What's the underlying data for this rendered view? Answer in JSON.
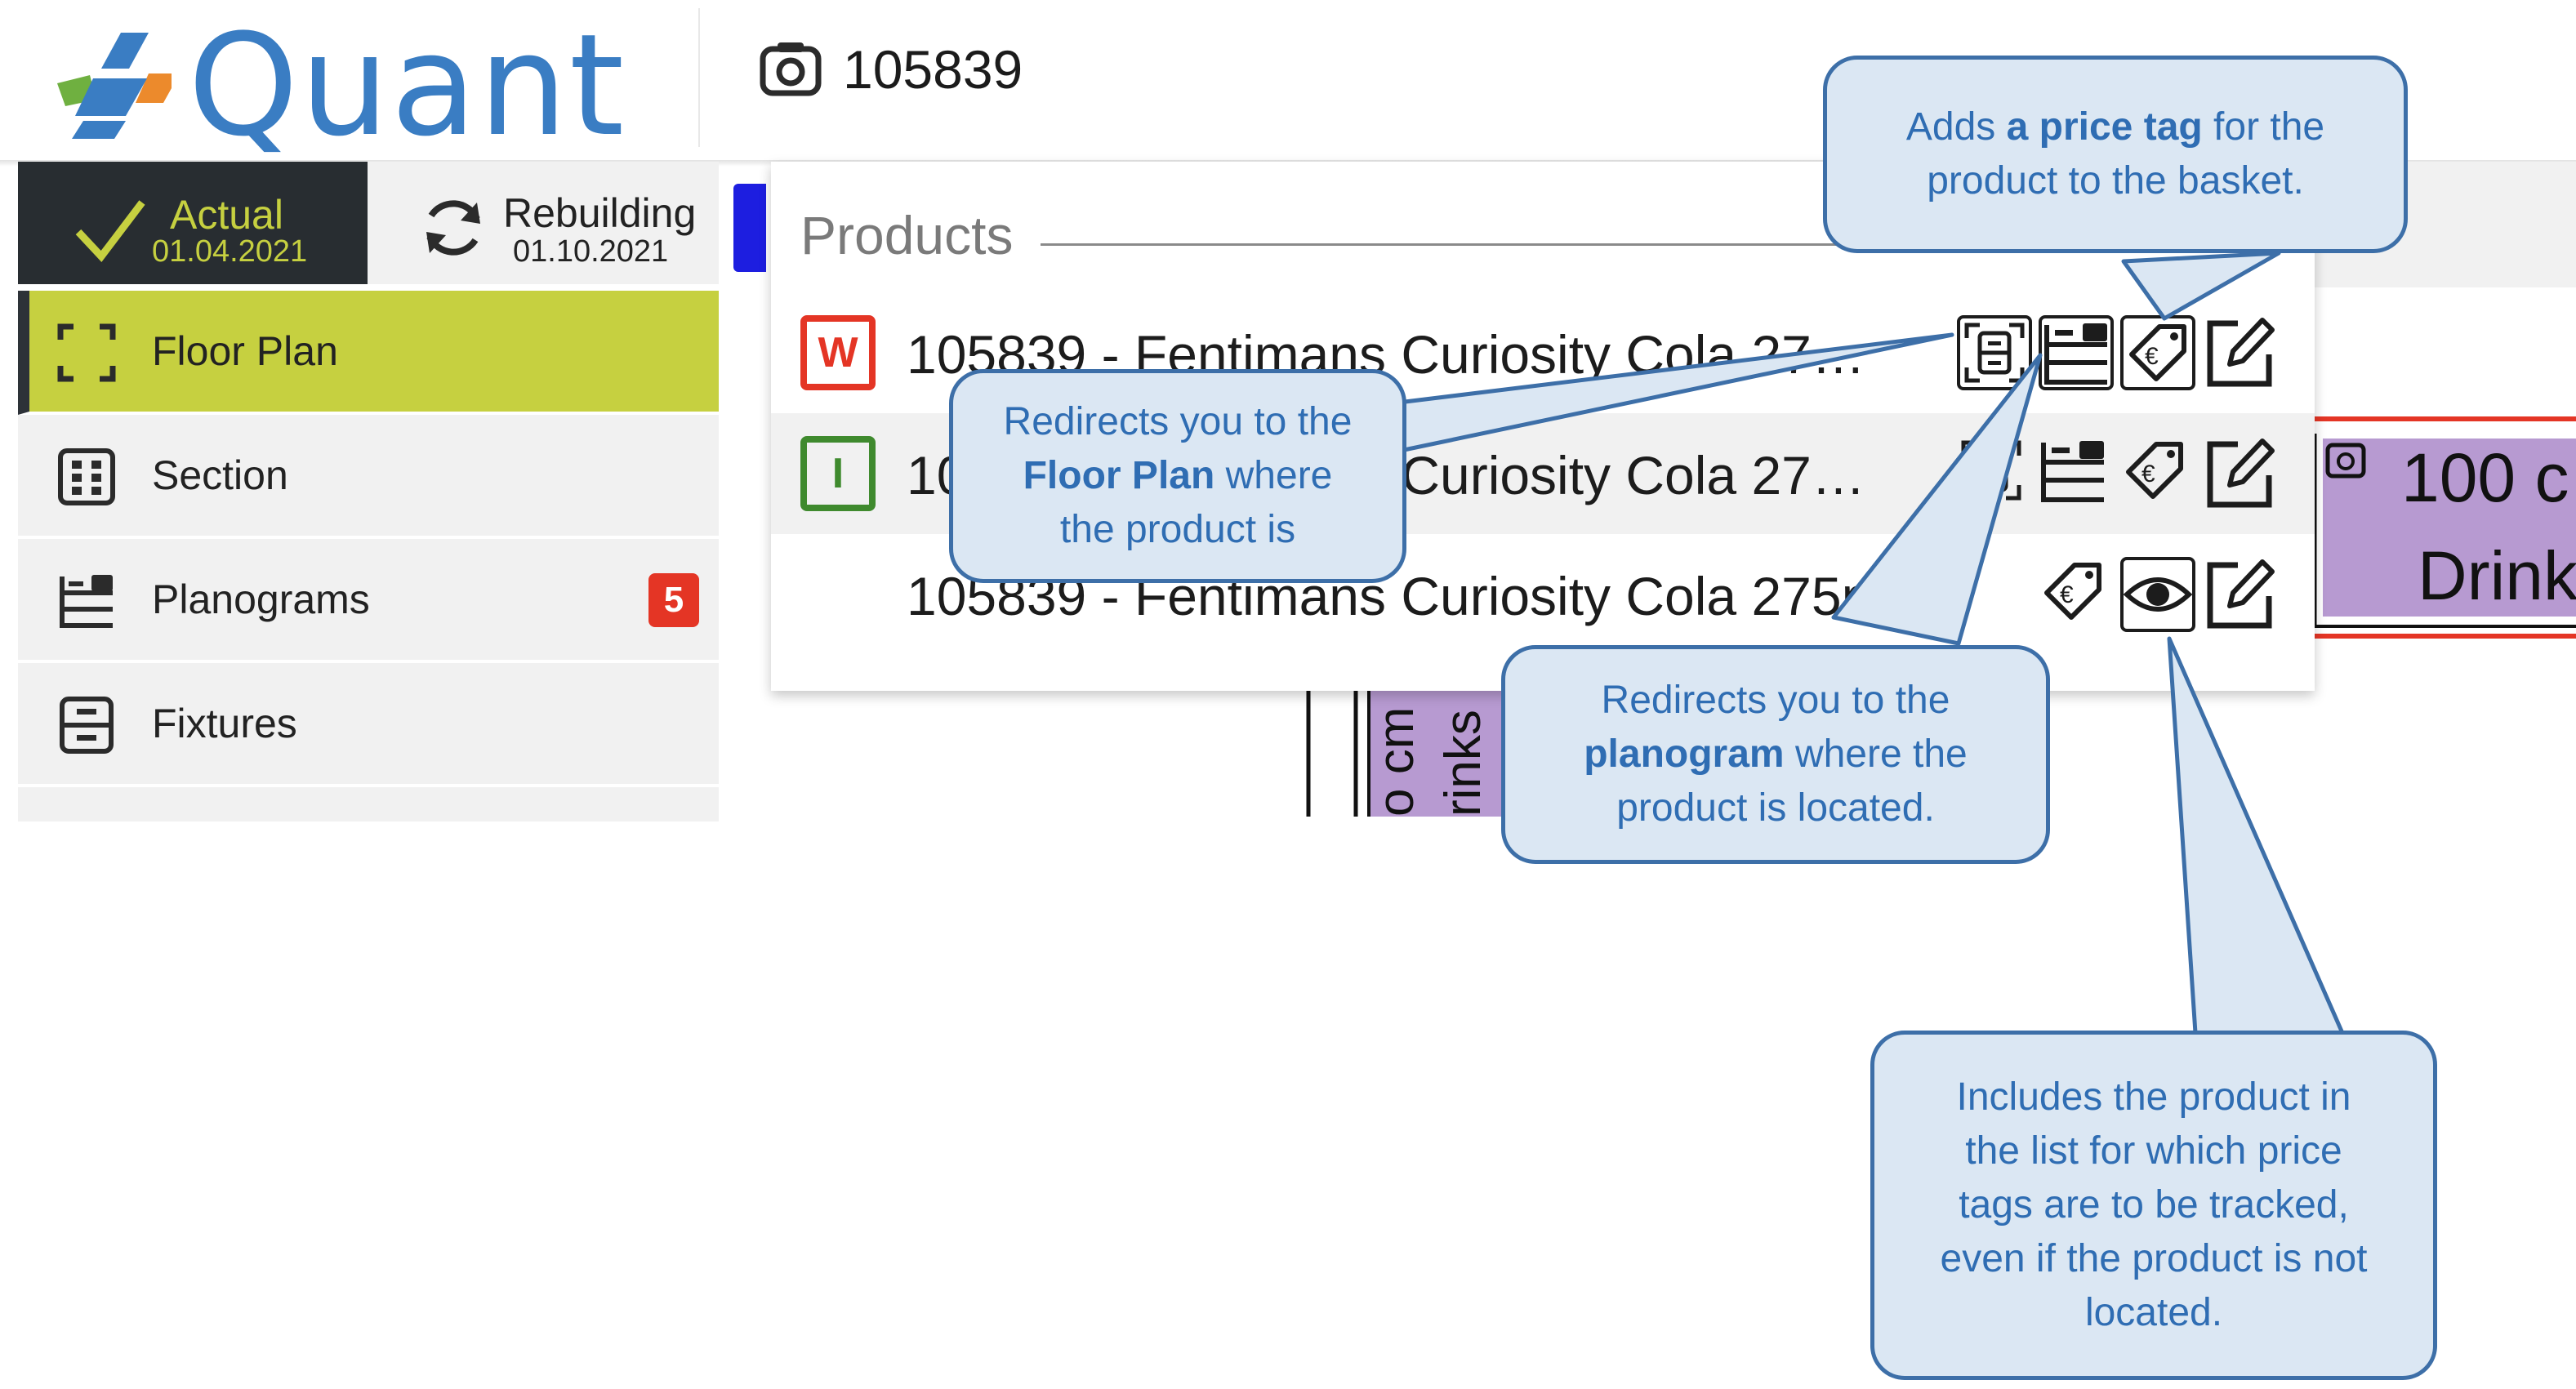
{
  "header": {
    "logo_text": "Quant",
    "search_value": "105839"
  },
  "tabs": [
    {
      "label": "Actual",
      "date": "01.04.2021"
    },
    {
      "label": "Rebuilding",
      "date": "01.10.2021"
    }
  ],
  "sidebar": {
    "items": [
      {
        "label": "Floor Plan",
        "icon": "floor-plan-icon"
      },
      {
        "label": "Section",
        "icon": "section-grid-icon"
      },
      {
        "label": "Planograms",
        "icon": "planogram-icon",
        "badge": "5"
      },
      {
        "label": "Fixtures",
        "icon": "fixture-icon"
      }
    ]
  },
  "dropdown": {
    "title": "Products",
    "rows": [
      {
        "mark": "W",
        "text": "105839 - Fentimans Curiosity Cola 27…"
      },
      {
        "mark": "I",
        "text": "105839 - Fentimans Curiosity Cola 27…"
      },
      {
        "mark": "",
        "text": "105839 - Fentimans Curiosity Cola 275ml"
      }
    ]
  },
  "floor_plan": {
    "label_1": "100 c",
    "label_2": "Drink",
    "vertical_text_1": "o cm",
    "vertical_text_2": "rinks"
  },
  "callouts": {
    "price_tag": {
      "pre": "Adds ",
      "bold": "a price tag",
      "post": " for the product to the basket."
    },
    "floor_plan": {
      "pre": "Redirects you to the ",
      "bold": "Floor Plan",
      "post": " where the product is"
    },
    "planogram": {
      "pre": "Redirects you to the ",
      "bold": "planogram",
      "post": " where the product is located."
    },
    "tracking": {
      "text": "Includes the product in the list for which price tags are to be tracked, even if the product is not located."
    }
  },
  "colors": {
    "brand_blue": "#3a7dc3",
    "floor_plan_active": "#c6d040",
    "actual_tab_bg": "#282d31",
    "actual_tab_text": "#c6d040",
    "badge_red": "#e43525",
    "mark_w": "#e43525",
    "mark_i": "#3f8a2e",
    "callout_bg": "#dbe7f3",
    "callout_border": "#3d6fa8",
    "callout_text": "#2f6db3",
    "shelf_purple": "#b79ad1"
  }
}
